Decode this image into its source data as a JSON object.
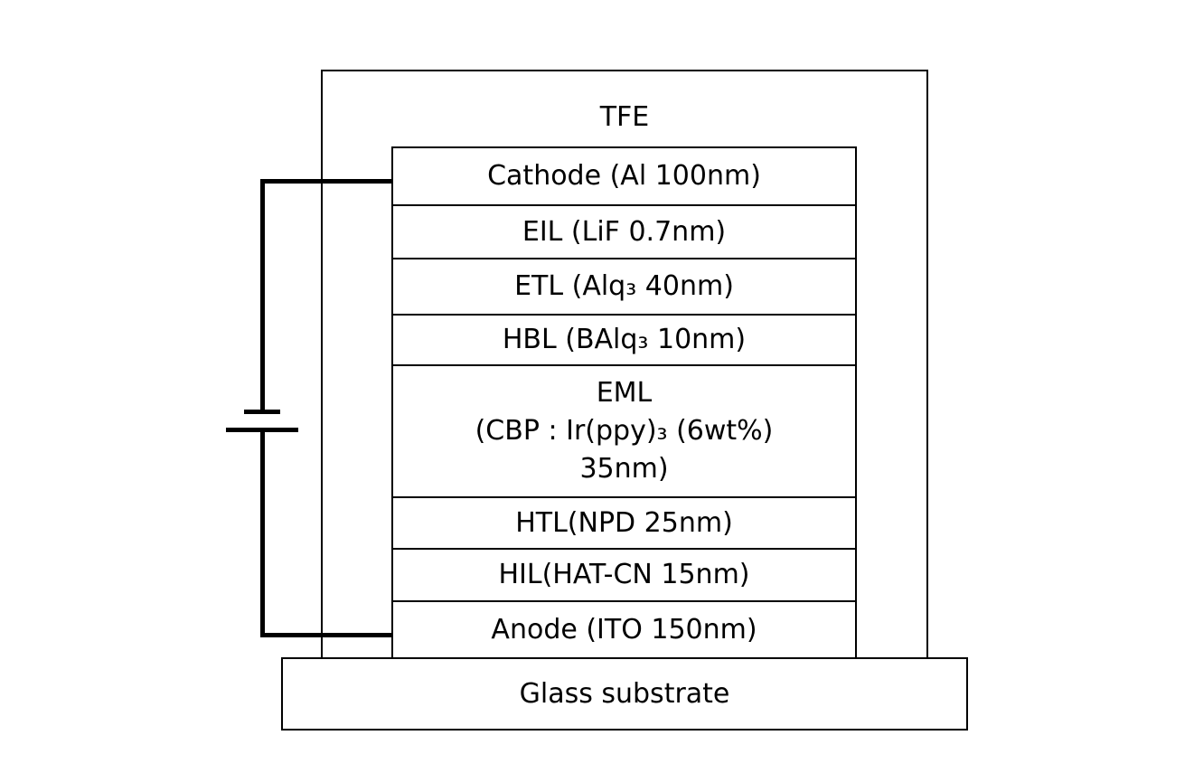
{
  "encapsulation": {
    "label": "TFE"
  },
  "layers": [
    {
      "id": "cathode",
      "text": "Cathode (Al 100nm)"
    },
    {
      "id": "eil",
      "text": "EIL (LiF 0.7nm)"
    },
    {
      "id": "etl",
      "text": "ETL (Alq₃ 40nm)"
    },
    {
      "id": "hbl",
      "text": "HBL (BAlq₃ 10nm)"
    },
    {
      "id": "eml",
      "lines": [
        "EML",
        "(CBP : Ir(ppy)₃ (6wt%)",
        "35nm)"
      ]
    },
    {
      "id": "htl",
      "text": "HTL(NPD 25nm)"
    },
    {
      "id": "hil",
      "text": "HIL(HAT-CN 15nm)"
    },
    {
      "id": "anode",
      "text": "Anode (ITO 150nm)"
    }
  ],
  "substrate": {
    "label": "Glass substrate"
  }
}
